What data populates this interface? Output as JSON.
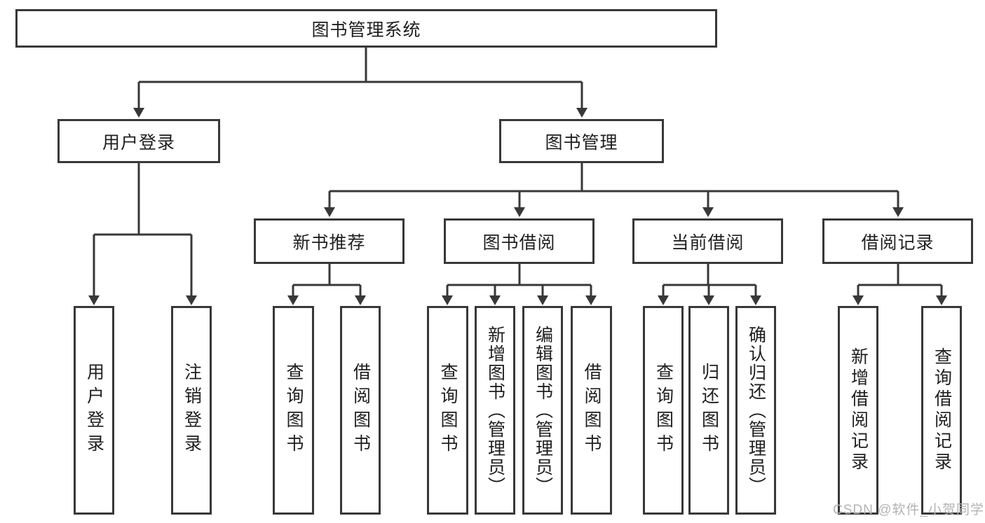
{
  "diagram": {
    "type": "tree-diagram",
    "root": {
      "label": "图书管理系统"
    },
    "branches": [
      {
        "label": "用户登录",
        "children": [
          {
            "label": "用户登录"
          },
          {
            "label": "注销登录"
          }
        ]
      },
      {
        "label": "图书管理",
        "sections": [
          {
            "label": "新书推荐",
            "children": [
              {
                "label": "查询图书"
              },
              {
                "label": "借阅图书"
              }
            ]
          },
          {
            "label": "图书借阅",
            "children": [
              {
                "label": "查询图书"
              },
              {
                "label": "新增图书（管理员）"
              },
              {
                "label": "编辑图书（管理员）"
              },
              {
                "label": "借阅图书"
              }
            ]
          },
          {
            "label": "当前借阅",
            "children": [
              {
                "label": "查询图书"
              },
              {
                "label": "归还图书"
              },
              {
                "label": "确认归还（管理员）"
              }
            ]
          },
          {
            "label": "借阅记录",
            "children": [
              {
                "label": "新增借阅记录"
              },
              {
                "label": "查询借阅记录"
              }
            ]
          }
        ]
      }
    ]
  },
  "watermark": {
    "text": "CSDN @软件_小贺同学"
  },
  "colors": {
    "line": "#383838",
    "border": "#383838",
    "text": "#1f1f1f",
    "watermark": "#b3b3b3",
    "background": "#ffffff"
  }
}
